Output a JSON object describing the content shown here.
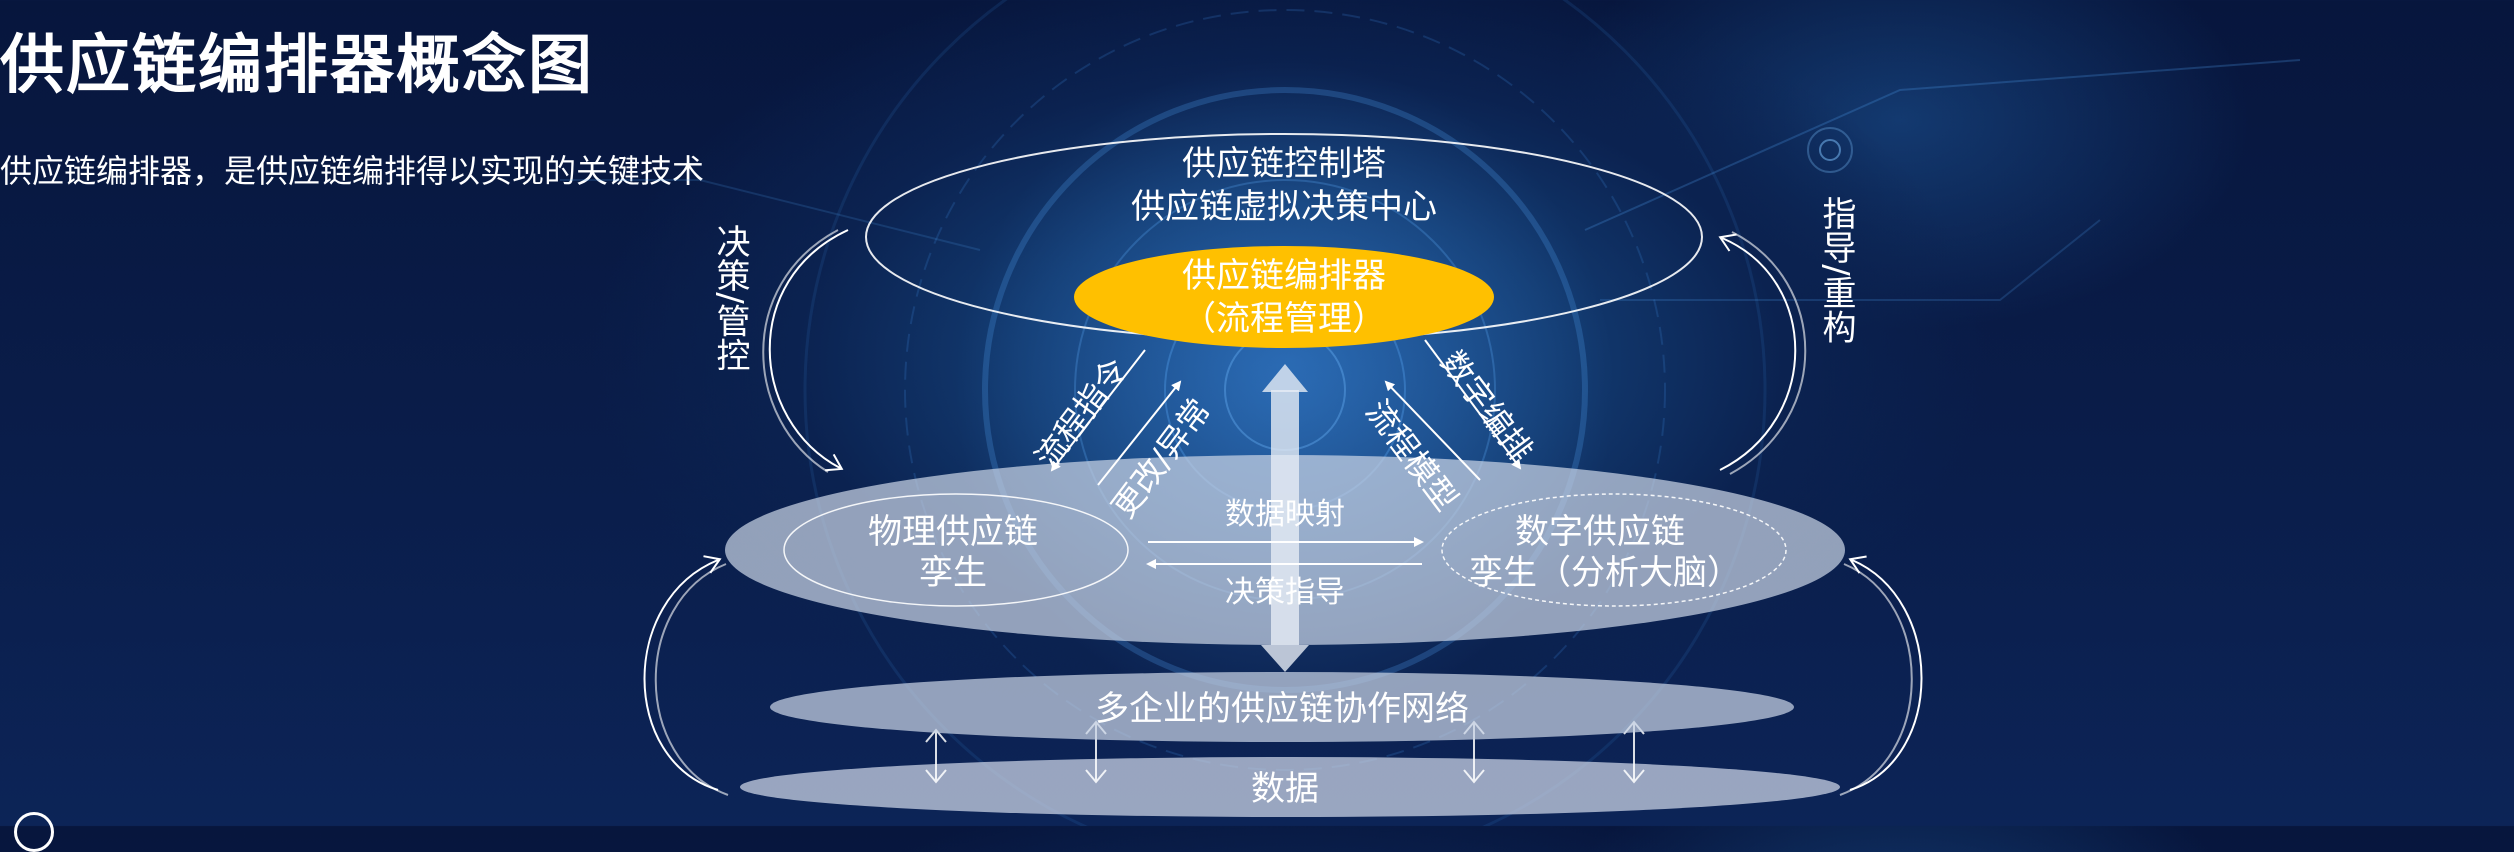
{
  "title": "供应链编排器概念图",
  "subtitle": "供应链编排器，是供应链编排得以实现的关键技术",
  "diagram": {
    "control_tower": {
      "line1": "供应链控制塔",
      "line2": "供应链虚拟决策中心"
    },
    "orchestrator": {
      "line1": "供应链编排器",
      "line2": "（流程管理）"
    },
    "physical_twin": {
      "line1": "物理供应链",
      "line2": "孪生"
    },
    "digital_twin": {
      "line1": "数字供应链",
      "line2": "孪生（分析大脑）"
    },
    "network": "多企业的供应链协作网络",
    "data": "数据",
    "left_loop": "决策/管控",
    "right_loop": "指导/重构",
    "edge_process_command": "流程指令",
    "edge_change_exception": "更改/异常",
    "edge_digital_orchestration": "数字编排",
    "edge_process_model": "流程模型",
    "edge_data_mapping": "数据映射",
    "edge_decision_guidance": "决策指导"
  },
  "colors": {
    "orchestrator_fill": "#FFC000",
    "layer_fill": "#C8D2E4",
    "background": "#0A1D4A"
  }
}
